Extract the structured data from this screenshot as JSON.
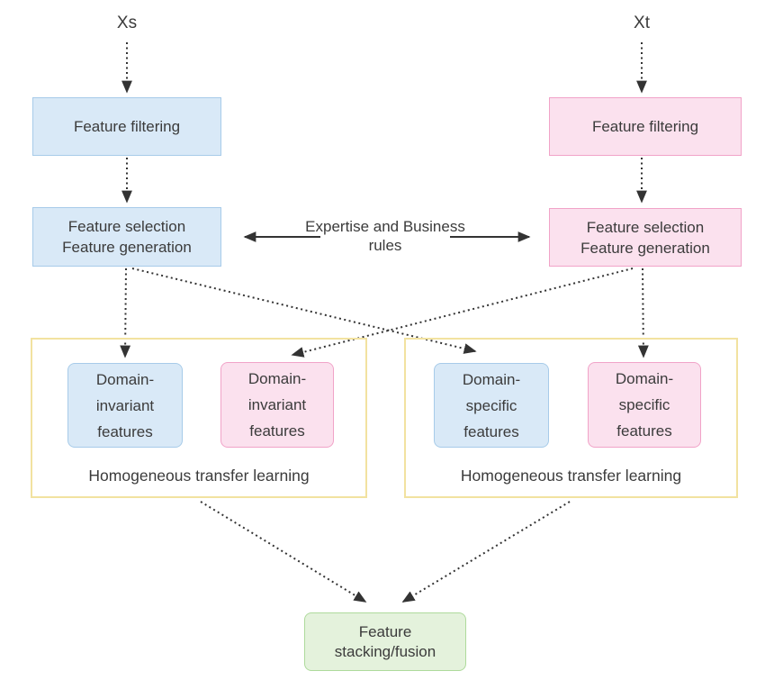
{
  "diagram": {
    "title_hint": "Heterogeneous transfer learning feature pipeline flowchart",
    "colors": {
      "blue_fill": "#D9E9F7",
      "blue_border": "#A7CBE9",
      "pink_fill": "#FBE1EE",
      "pink_border": "#F1A3C8",
      "yellow_border": "#F2E2A0",
      "green_fill": "#E4F2DC",
      "green_border": "#AEDA9C",
      "text": "#3B3B3B",
      "arrow": "#333333",
      "background": "#FFFFFF"
    },
    "source": {
      "input_label": "Xs",
      "filtering_label": "Feature filtering",
      "selection_line1": "Feature selection",
      "selection_line2": "Feature generation"
    },
    "target": {
      "input_label": "Xt",
      "filtering_label": "Feature filtering",
      "selection_line1": "Feature selection",
      "selection_line2": "Feature generation"
    },
    "expertise_note": {
      "line1": "Expertise and",
      "line2": "Business rules"
    },
    "left_container": {
      "label": "Homogeneous transfer learning",
      "invariant_source": {
        "line1": "Domain-",
        "line2": "invariant",
        "line3": "features"
      },
      "invariant_target": {
        "line1": "Domain-",
        "line2": "invariant",
        "line3": "features"
      }
    },
    "right_container": {
      "label": "Homogeneous transfer learning",
      "specific_source": {
        "line1": "Domain-",
        "line2": "specific",
        "line3": "features"
      },
      "specific_target": {
        "line1": "Domain-",
        "line2": "specific",
        "line3": "features"
      }
    },
    "fusion": {
      "line1": "Feature",
      "line2": "stacking/fusion"
    }
  }
}
